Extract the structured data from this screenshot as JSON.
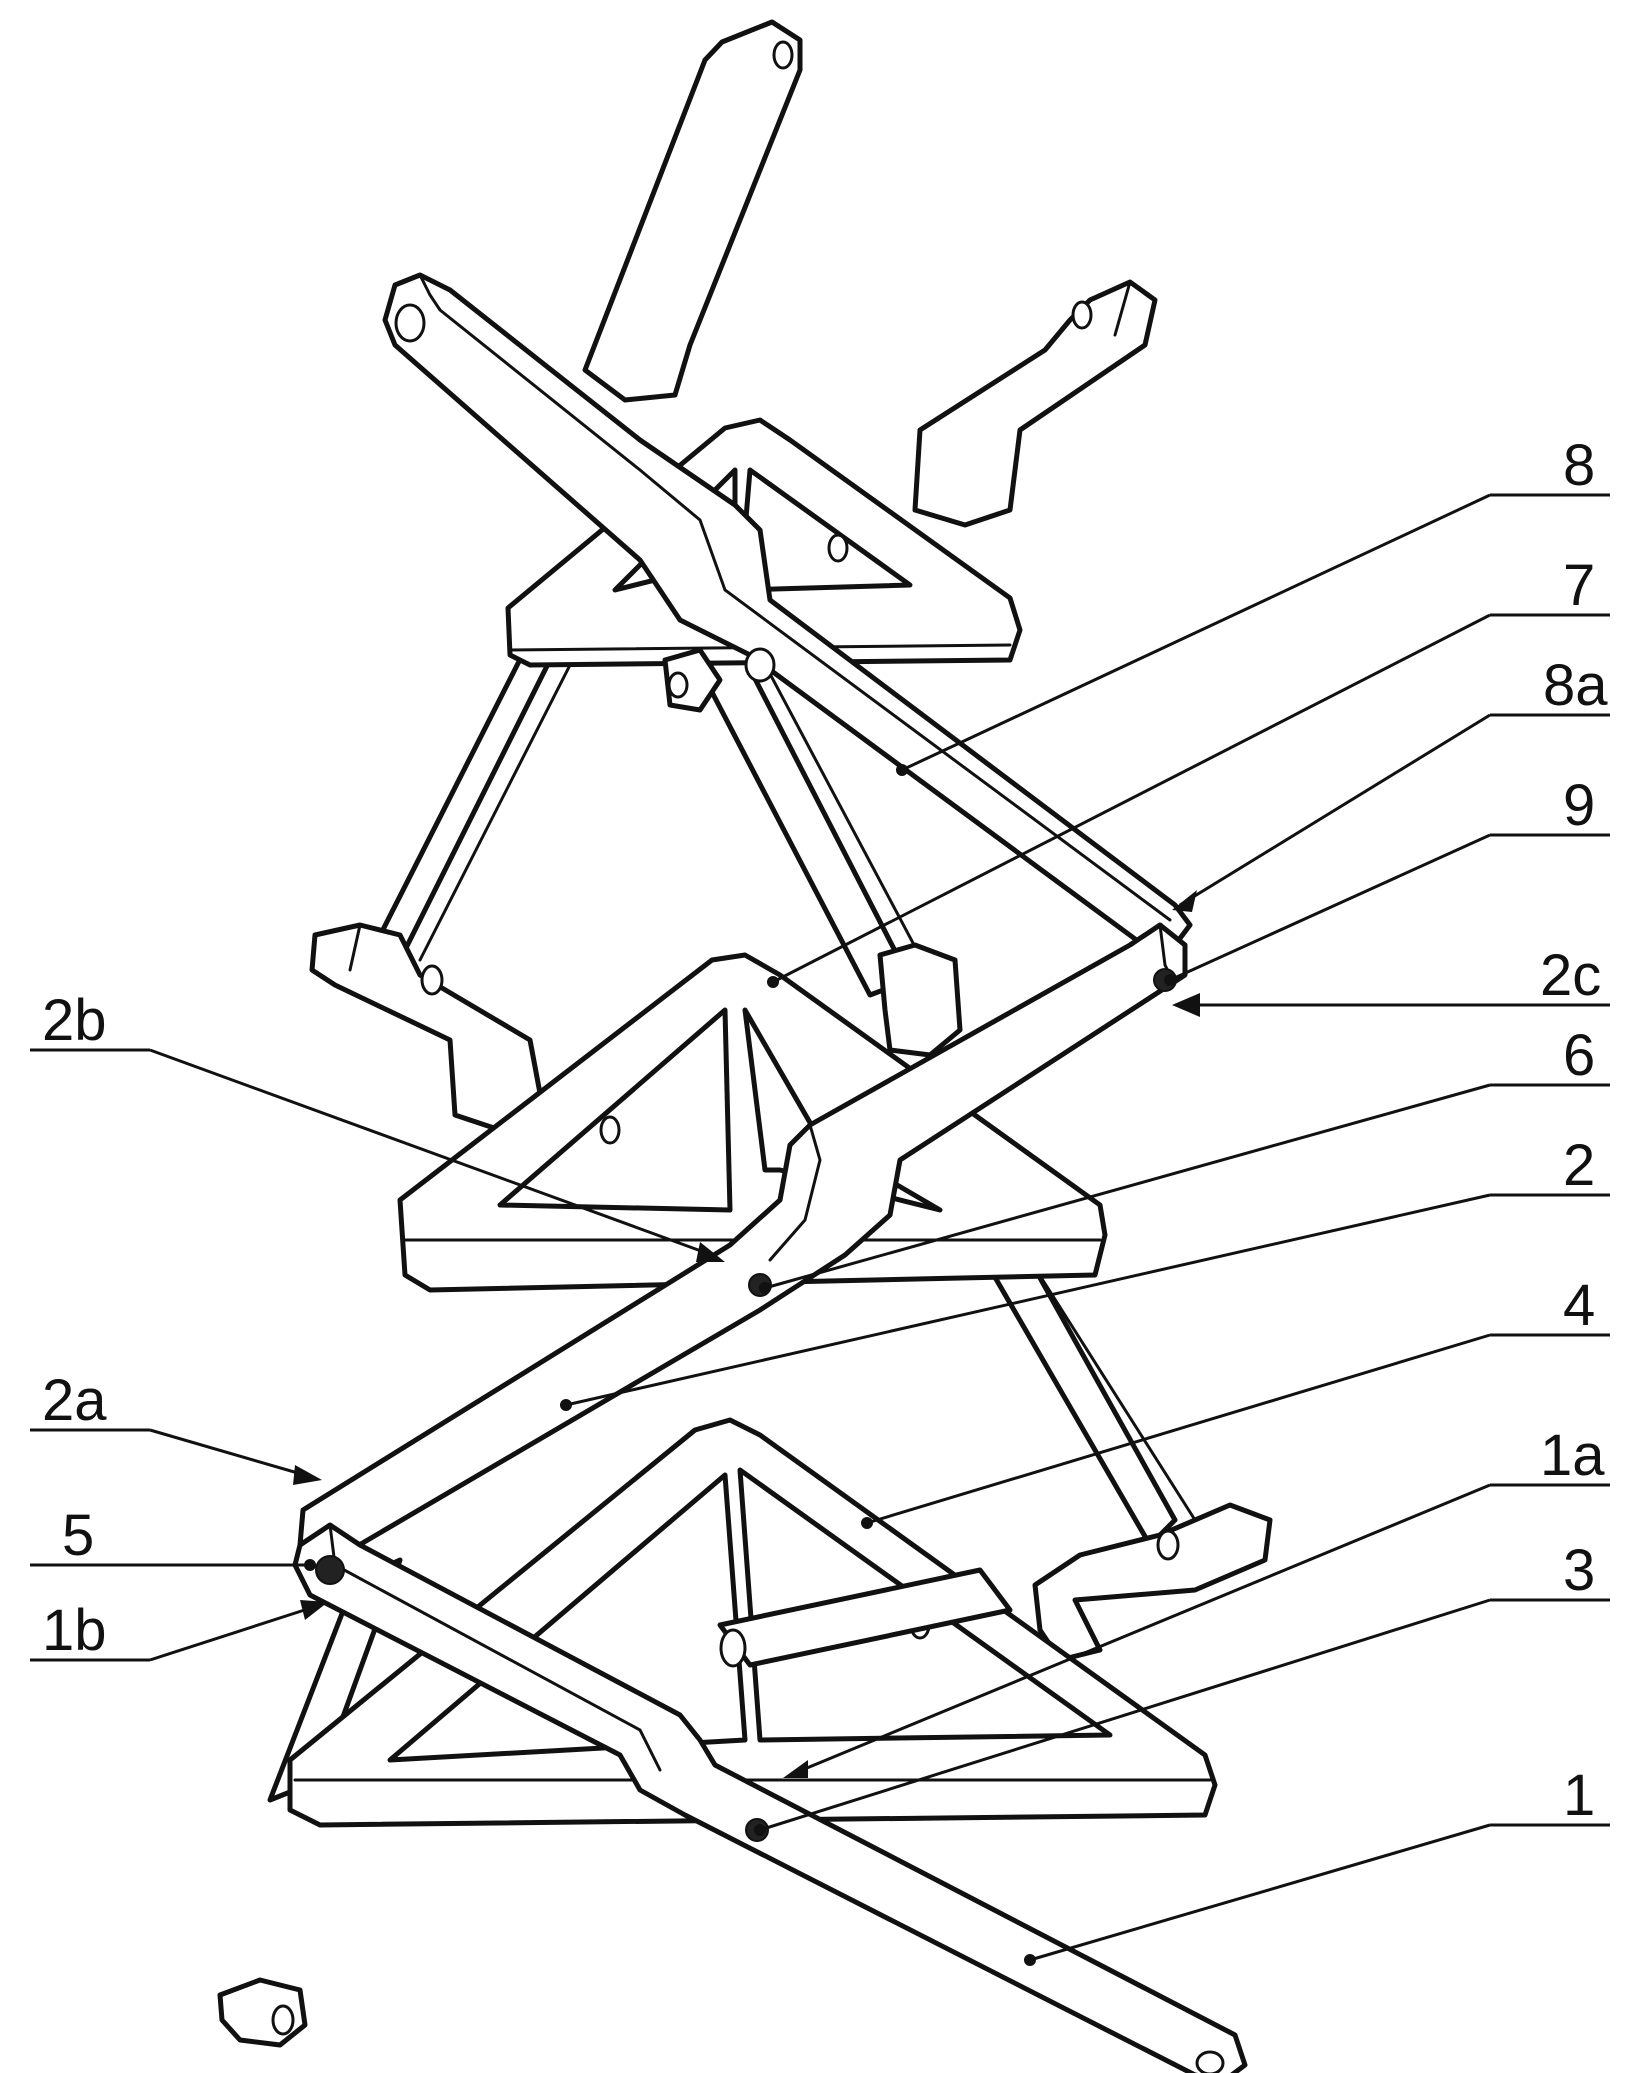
{
  "figure": {
    "line_color": "#111111",
    "background": "#ffffff",
    "labels": [
      {
        "id": "label-8",
        "text": "8"
      },
      {
        "id": "label-7",
        "text": "7"
      },
      {
        "id": "label-8a",
        "text": "8a"
      },
      {
        "id": "label-9",
        "text": "9"
      },
      {
        "id": "label-2c",
        "text": "2c"
      },
      {
        "id": "label-2b",
        "text": "2b"
      },
      {
        "id": "label-6",
        "text": "6"
      },
      {
        "id": "label-2",
        "text": "2"
      },
      {
        "id": "label-4",
        "text": "4"
      },
      {
        "id": "label-2a",
        "text": "2a"
      },
      {
        "id": "label-1a",
        "text": "1a"
      },
      {
        "id": "label-5",
        "text": "5"
      },
      {
        "id": "label-3",
        "text": "3"
      },
      {
        "id": "label-1b",
        "text": "1b"
      },
      {
        "id": "label-1",
        "text": "1"
      }
    ]
  }
}
